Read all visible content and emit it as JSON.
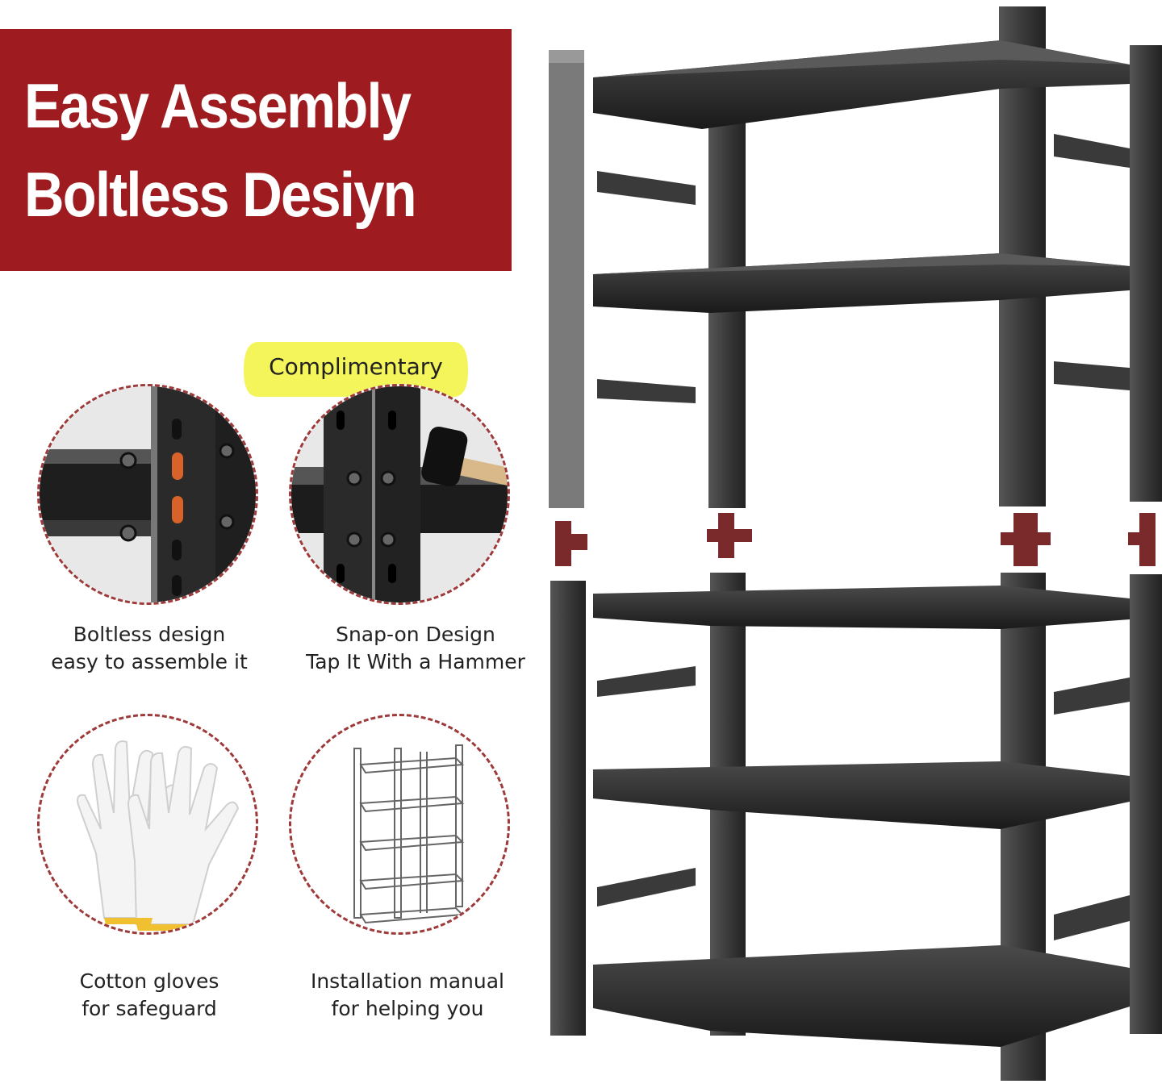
{
  "banner": {
    "title_line1": "Easy Assembly",
    "title_line2": "Boltless Desiyn",
    "background_color": "#9e1c20"
  },
  "callout": {
    "label": "Complimentary",
    "color": "#f3f55a"
  },
  "features": [
    {
      "icon": "boltless-joint-closeup",
      "line1": "Boltless design",
      "line2": "easy to assemble it"
    },
    {
      "icon": "hammer-snap-closeup",
      "line1": "Snap-on Design",
      "line2": "Tap It With a Hammer"
    },
    {
      "icon": "cotton-gloves-icon",
      "line1": "Cotton gloves",
      "line2": "for safeguard"
    },
    {
      "icon": "installation-manual-icon",
      "line1": "Installation manual",
      "line2": "for helping you"
    }
  ],
  "product": {
    "name": "shelving-unit-exploded-view",
    "frame_color": "#2b2b2b",
    "connector_color": "#7a2a2a"
  }
}
